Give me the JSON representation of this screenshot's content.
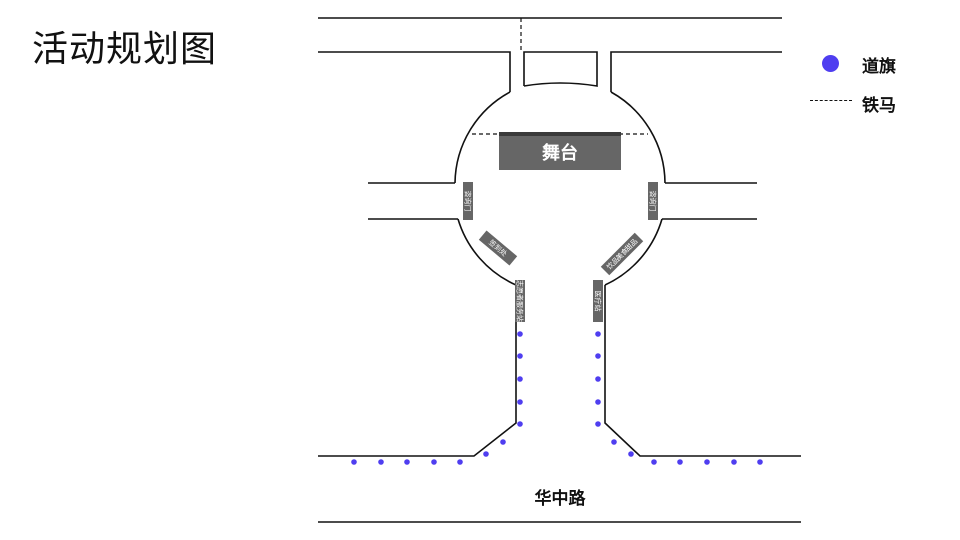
{
  "title": "活动规划图",
  "legend": {
    "flag_label": "道旗",
    "fence_label": "铁马",
    "flag_color": "#4F3EF0"
  },
  "stage_label": "舞台",
  "road_label": "华中路",
  "booths": {
    "left_upper": "咨询门",
    "right_upper": "咨询门",
    "left_angled": "签到处",
    "right_angled_1": "饮品",
    "right_angled_2": "美食",
    "right_angled_3": "甜品",
    "left_lower": "志愿者服务站",
    "right_lower": "医疗站"
  }
}
